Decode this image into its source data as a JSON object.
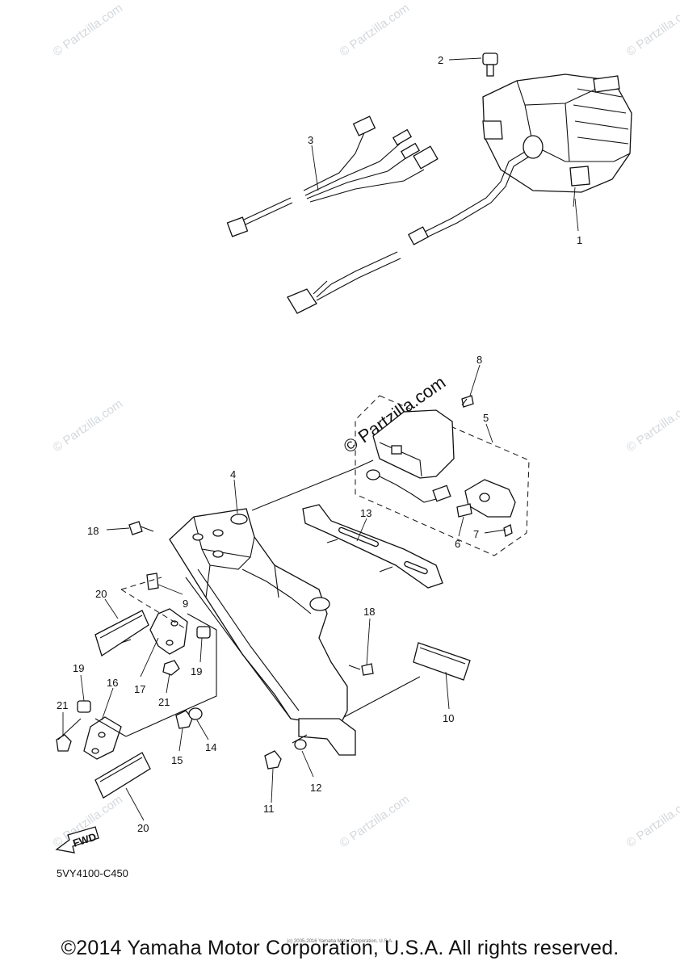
{
  "diagram": {
    "part_callouts": [
      "1",
      "2",
      "3",
      "4",
      "5",
      "6",
      "7",
      "8",
      "9",
      "10",
      "11",
      "12",
      "13",
      "14",
      "15",
      "16",
      "17",
      "18",
      "19",
      "20",
      "21"
    ],
    "fwd_label": "FWD",
    "diagram_code": "5VY4100-C450",
    "watermark": "© Partzilla.com",
    "watermark_small": "© Partzilla.com"
  },
  "footer": {
    "copyright": "©2014 Yamaha Motor Corporation, U.S.A. All rights reserved.",
    "credit": "(c) 2005-2016 Yamaha Motor Corporation, U.S.A."
  }
}
